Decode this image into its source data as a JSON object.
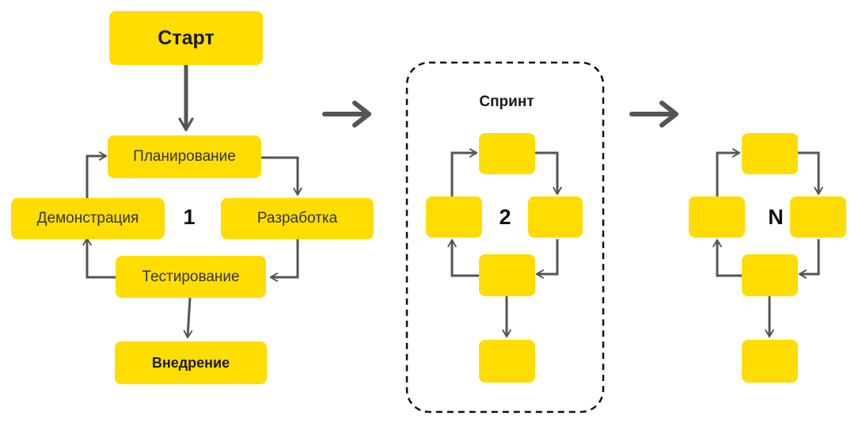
{
  "diagram": {
    "iteration1": {
      "start": "Старт",
      "planning": "Планирование",
      "development": "Разработка",
      "testing": "Тестирование",
      "demo": "Демонстрация",
      "deployment": "Внедрение",
      "number": "1"
    },
    "iteration2": {
      "title": "Спринт",
      "number": "2"
    },
    "iterationN": {
      "number": "N"
    }
  },
  "colors": {
    "box": "#FFDD00",
    "arrow": "#555555"
  },
  "icons": [
    "arrow-right-icon"
  ]
}
